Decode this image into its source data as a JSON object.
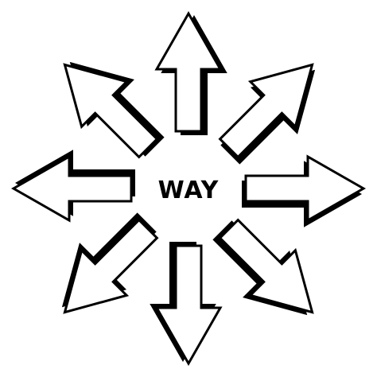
{
  "center_text": "WAY",
  "arrows": [
    {
      "id": "up",
      "direction": "up",
      "angle": 0
    },
    {
      "id": "up-right",
      "direction": "up-right",
      "angle": 45
    },
    {
      "id": "right",
      "direction": "right",
      "angle": 90
    },
    {
      "id": "down-right",
      "direction": "down-right",
      "angle": 135
    },
    {
      "id": "down",
      "direction": "down",
      "angle": 180
    },
    {
      "id": "down-left",
      "direction": "down-left",
      "angle": 225
    },
    {
      "id": "left",
      "direction": "left",
      "angle": 270
    },
    {
      "id": "up-left",
      "direction": "up-left",
      "angle": 315
    }
  ],
  "colors": {
    "fill": "#ffffff",
    "outline": "#000000",
    "background": "#ffffff"
  }
}
